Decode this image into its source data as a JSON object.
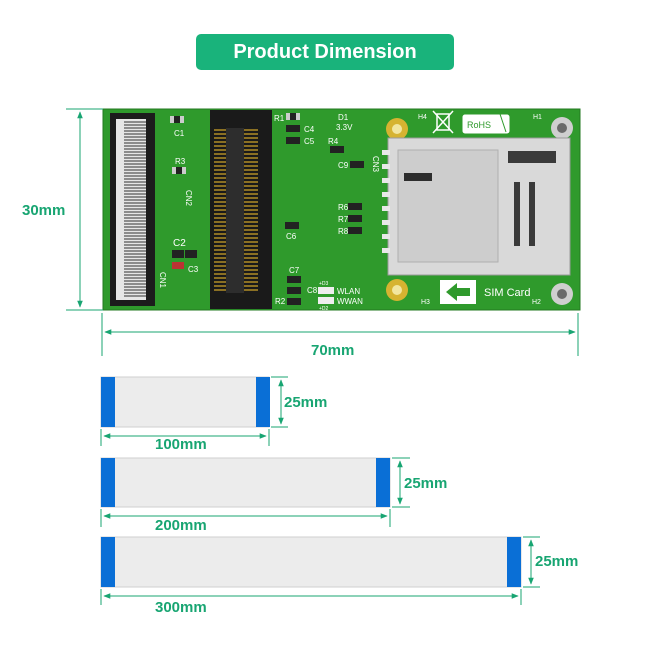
{
  "title": "Product Dimension",
  "board": {
    "height_label": "30mm",
    "width_label": "70mm",
    "silkscreen": {
      "c1": "C1",
      "r3": "R3",
      "cn2": "CN2",
      "c2": "C2",
      "c3": "C3",
      "cn1": "CN1",
      "r1": "R1",
      "c4": "C4",
      "c5": "C5",
      "d1": "D1",
      "voltage": "3.3V",
      "r4": "R4",
      "c9": "C9",
      "cn3": "CN3",
      "c6": "C6",
      "r6": "R6",
      "r7": "R7",
      "r8": "R8",
      "c7": "C7",
      "c8": "C8",
      "r2": "R2",
      "d3": "+D3",
      "d2": "+D2",
      "wlan": "WLAN",
      "wwan": "WWAN",
      "h1": "H1",
      "h2": "H2",
      "h3": "H3",
      "h4": "H4",
      "rohs": "RoHS",
      "sim_card": "SIM  Card"
    }
  },
  "cables": [
    {
      "length_label": "100mm",
      "width_label": "25mm"
    },
    {
      "length_label": "200mm",
      "width_label": "25mm"
    },
    {
      "length_label": "300mm",
      "width_label": "25mm"
    }
  ],
  "colors": {
    "accent": "#19b37b",
    "pcb": "#2f9a2c",
    "cable": "#ececec",
    "cable_tab": "#0a6fd6"
  }
}
